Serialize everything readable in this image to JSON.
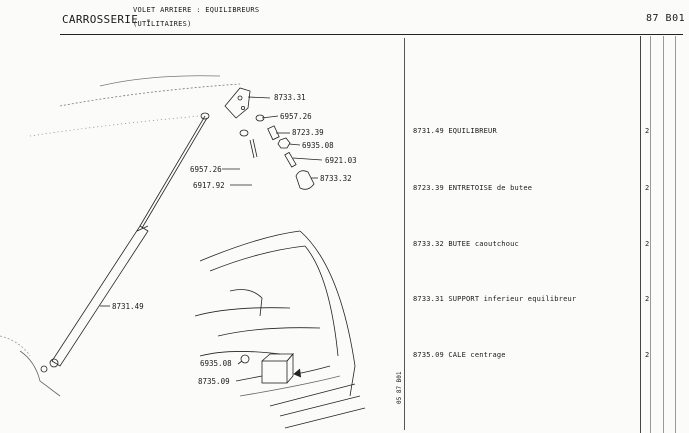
{
  "header": {
    "section": "CARROSSERIE -",
    "title_line1": "VOLET ARRIERE : EQUILIBREURS",
    "title_line2": "(UTILITAIRES)",
    "page_code": "87 B01"
  },
  "drawing": {
    "labels": [
      "8733.31",
      "6957.26",
      "8723.39",
      "6935.08",
      "6921.03",
      "8733.32",
      "6957.26",
      "6917.92",
      "8731.49",
      "6935.08",
      "8735.09"
    ],
    "vertical_code": "05 87 B01"
  },
  "parts": [
    {
      "ref": "8731.49",
      "desc": "EQUILIBREUR",
      "qty": "2"
    },
    {
      "ref": "8723.39",
      "desc": "ENTRETOISE de butee",
      "qty": "2"
    },
    {
      "ref": "8733.32",
      "desc": "BUTEE caoutchouc",
      "qty": "2"
    },
    {
      "ref": "8733.31",
      "desc": "SUPPORT inferieur equilibreur",
      "qty": "2"
    },
    {
      "ref": "8735.09",
      "desc": "CALE centrage",
      "qty": "2"
    }
  ]
}
